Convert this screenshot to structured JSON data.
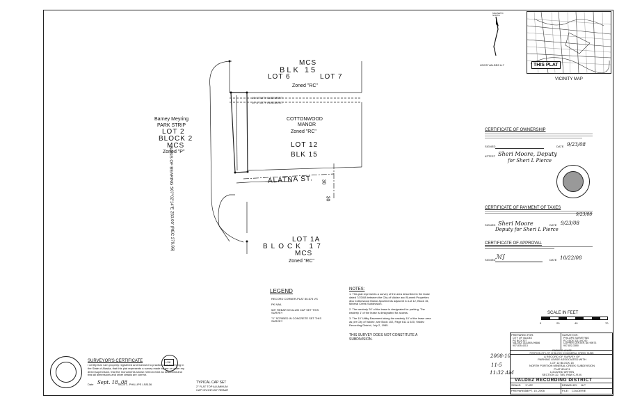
{
  "vicinity": {
    "this_plat": "THIS PLAT",
    "title": "VICINITY MAP",
    "north": "MAGNETIC NORTH",
    "usgs": "USGS VALDEZ A-7"
  },
  "parcels": {
    "mcs_top": "MCS",
    "blk15_top": "BLK 15",
    "lot6": "LOT 6",
    "lot7": "LOT 7",
    "zoned_rc1": "Zoned \"RC\"",
    "cottonwood": "COTTONWOOD",
    "manor": "MANOR",
    "zoned_rc2": "Zoned \"RC\"",
    "lot12": "LOT 12",
    "blk15": "BLK 15",
    "barney": "Barney Meyring",
    "park_strip": "PARK STRIP",
    "lot2": "LOT 2",
    "block2": "BLOCK 2",
    "mcs_left": "MCS",
    "zoned_p": "Zoned \"P\"",
    "lot1a": "LOT 1A",
    "block17": "BLOCK 17",
    "mcs_bottom": "MCS",
    "zoned_rc3": "Zoned \"RC\"",
    "street": "ALATNA ST.",
    "thirty1": "30",
    "thirty2": "30",
    "utility1": "10' UTILITY EASEMENT",
    "utility2": "10' UTILITY EASEMENT",
    "basis": "BASIS OF BEARING S07°02'14\"E 250.00' (REC 279.86)"
  },
  "ownership": {
    "title": "CERTIFICATE OF OWNERSHIP",
    "signed": "SIGNED",
    "date_label": "DATE",
    "date": "9/23/08",
    "attest": "ATTEST",
    "signature": "Sheri Moore, Deputy",
    "for": "for Sheri L Pierce"
  },
  "taxes": {
    "title": "CERTIFICATE OF PAYMENT OF TAXES",
    "signed": "SIGNED",
    "date_label": "DATE",
    "date1": "9/23/08",
    "date2": "9/23/08",
    "signature": "Sheri Moore",
    "deputy": "Deputy for Sheri L Pierce"
  },
  "approval": {
    "title": "CERTIFICATE OF APPROVAL",
    "signed": "SIGNED",
    "date_label": "DATE",
    "date": "10/22/08"
  },
  "legend": {
    "title": "LEGEND",
    "items": [
      "RECORD CORNER-PLAT 80-674 VS",
      "PK NAIL",
      "5/8\" REBAR W/ ALUM CAP SET THIS SURVEY",
      "\"X\" SCRIBED IN CONCRETE SET THIS SURVEY"
    ]
  },
  "notes": {
    "title": "NOTES:",
    "items": [
      "1. This plat represents a survey of the area described in the lease dated 7/23/08 between the City of Valdez and Summit Properties dba Cottonwood Manor Apartments adjacent to Lot 12, Block 15, Mineral Creek Subdivision.",
      "2. The westerly 20' of the lease is designated for parking. The easterly 1' of the lease is designated for access.",
      "3. The 10' Utility Easement along the easterly 10' of the lease area as per City of Valdez, see Book 102, Page 611 & 620, Valdez Recording District, July 2, 1985."
    ],
    "survey_note": "THIS SURVEY DOES NOT CONSTITUTE A SUBDIVISION."
  },
  "scale": {
    "title": "SCALE IN FEET",
    "ticks": [
      "0",
      "20",
      "40",
      "70"
    ]
  },
  "surveyor": {
    "title": "SURVEYOR'S CERTIFICATE",
    "text": "I certify that I am properly registered and licensed to practice land surveying in the State of Alaska, that this plat represents a survey made by me or under my direct supervision, that the monuments shown hereon exist as described and that all dimensions and other details are correct.",
    "date_label": "Date",
    "date": "Sept. 18, 08",
    "name": "JACK L. PHILLIPS LS8136"
  },
  "cap": {
    "title": "TYPICAL CAP SET",
    "sub1": "2\" FLAT TOP ALUMINUM",
    "sub2": "CAP ON 5/8\"x30\" REBAR",
    "text": "LS8"
  },
  "title_block": {
    "prepared_for_label": "PREPARED FOR:",
    "prepared_for": "CITY OF VALDEZ\nPO BOX 307\nVALDEZ, ALASKA 99686\n907-835-4313",
    "surveyor_label": "SURVEYOR:",
    "surveyor": "PHILLIPS SURVEYING\nP.O. BOX 3211 HC 60\nCOPPER CENTER, AK 99573\n907-822-3350",
    "plan": "PARKING LEASE\nPORTION OF LOT 12 BLOCK 15 MINERAL CREEK SUBD.",
    "record": "A RECORD OF SURVEY OF\nPARKING LEASE ASSOCIATED WITH\nLOT 12 BLOCK 15\nNORTH PORTION MINERAL CREEK SUBDIVISION\nPLAT 80-674\nLOCATED WITHIN\nSECTION 32, T8S, R6W C.R.M.",
    "district": "VALDEZ RECORDING DISTRICT",
    "scale_label": "SCALE:",
    "scale": "1\"=20'",
    "drawn_label": "DRAWN BY:",
    "drawn": "JLP",
    "prepared_label": "PREPARED",
    "prepared": "SEPT. 15, 2008",
    "file_label": "FILE:",
    "file": "COLDERIE"
  },
  "recording": {
    "number": "2008-10",
    "line2": "11-5",
    "line3": "11:32 AM"
  }
}
